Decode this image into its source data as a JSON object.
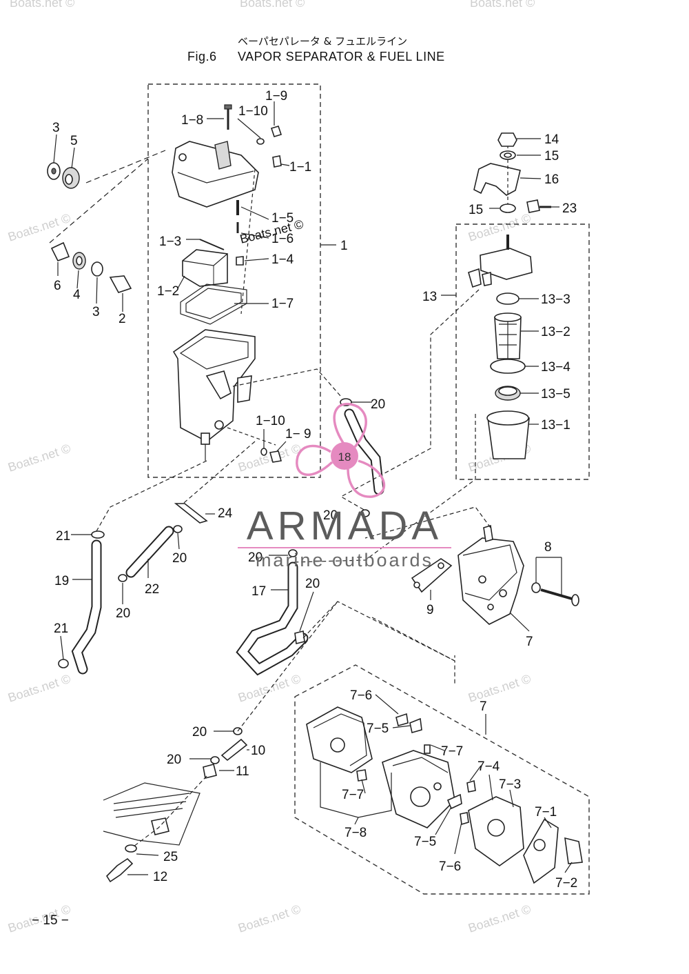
{
  "title": {
    "japanese": "ベーパセパレータ & フュエルライン",
    "fig": "Fig.6",
    "english": "VAPOR SEPARATOR & FUEL LINE"
  },
  "callouts": [
    {
      "id": "c-1-9a",
      "text": "1−9"
    },
    {
      "id": "c-1-8",
      "text": "1−8"
    },
    {
      "id": "c-1-10a",
      "text": "1−10"
    },
    {
      "id": "c-1-1",
      "text": "1−1"
    },
    {
      "id": "c-1-5",
      "text": "1−5"
    },
    {
      "id": "c-1-6",
      "text": "1−6"
    },
    {
      "id": "c-1-3",
      "text": "1−3"
    },
    {
      "id": "c-1-4",
      "text": "1−4"
    },
    {
      "id": "c-1",
      "text": "1"
    },
    {
      "id": "c-1-2",
      "text": "1−2"
    },
    {
      "id": "c-1-7",
      "text": "1−7"
    },
    {
      "id": "c-1-10b",
      "text": "1−10"
    },
    {
      "id": "c-1-9b",
      "text": "1− 9"
    },
    {
      "id": "c-3a",
      "text": "3"
    },
    {
      "id": "c-5",
      "text": "5"
    },
    {
      "id": "c-6",
      "text": "6"
    },
    {
      "id": "c-4",
      "text": "4"
    },
    {
      "id": "c-3b",
      "text": "3"
    },
    {
      "id": "c-2",
      "text": "2"
    },
    {
      "id": "c-14",
      "text": "14"
    },
    {
      "id": "c-15a",
      "text": "15"
    },
    {
      "id": "c-16",
      "text": "16"
    },
    {
      "id": "c-15b",
      "text": "15"
    },
    {
      "id": "c-23",
      "text": "23"
    },
    {
      "id": "c-13",
      "text": "13"
    },
    {
      "id": "c-13-3",
      "text": "13−3"
    },
    {
      "id": "c-13-2",
      "text": "13−2"
    },
    {
      "id": "c-13-4",
      "text": "13−4"
    },
    {
      "id": "c-13-5",
      "text": "13−5"
    },
    {
      "id": "c-13-1",
      "text": "13−1"
    },
    {
      "id": "c-20a",
      "text": "20"
    },
    {
      "id": "c-18",
      "text": "18"
    },
    {
      "id": "c-24",
      "text": "24"
    },
    {
      "id": "c-21a",
      "text": "21"
    },
    {
      "id": "c-20b",
      "text": "20"
    },
    {
      "id": "c-19",
      "text": "19"
    },
    {
      "id": "c-22",
      "text": "22"
    },
    {
      "id": "c-20c",
      "text": "20"
    },
    {
      "id": "c-21b",
      "text": "21"
    },
    {
      "id": "c-20d",
      "text": "20"
    },
    {
      "id": "c-20e",
      "text": "20"
    },
    {
      "id": "c-17",
      "text": "17"
    },
    {
      "id": "c-20f",
      "text": "20"
    },
    {
      "id": "c-8",
      "text": "8"
    },
    {
      "id": "c-9",
      "text": "9"
    },
    {
      "id": "c-7a",
      "text": "7"
    },
    {
      "id": "c-7b",
      "text": "7"
    },
    {
      "id": "c-7-6a",
      "text": "7−6"
    },
    {
      "id": "c-7-5a",
      "text": "7−5"
    },
    {
      "id": "c-7-7a",
      "text": "7−7"
    },
    {
      "id": "c-7-4",
      "text": "7−4"
    },
    {
      "id": "c-7-3",
      "text": "7−3"
    },
    {
      "id": "c-7-7b",
      "text": "7−7"
    },
    {
      "id": "c-7-1",
      "text": "7−1"
    },
    {
      "id": "c-7-8",
      "text": "7−8"
    },
    {
      "id": "c-7-5b",
      "text": "7−5"
    },
    {
      "id": "c-7-6b",
      "text": "7−6"
    },
    {
      "id": "c-7-2",
      "text": "7−2"
    },
    {
      "id": "c-20g",
      "text": "20"
    },
    {
      "id": "c-10",
      "text": "10"
    },
    {
      "id": "c-20h",
      "text": "20"
    },
    {
      "id": "c-11",
      "text": "11"
    },
    {
      "id": "c-25",
      "text": "25"
    },
    {
      "id": "c-12",
      "text": "12"
    }
  ],
  "watermark": "Boats.net ©",
  "stamp": "Boats.net ©",
  "armada": {
    "name": "ARMADA",
    "tagline": "marine outboards",
    "badge": "18",
    "color": "#e58ac0"
  },
  "page_number": "− 15 −"
}
